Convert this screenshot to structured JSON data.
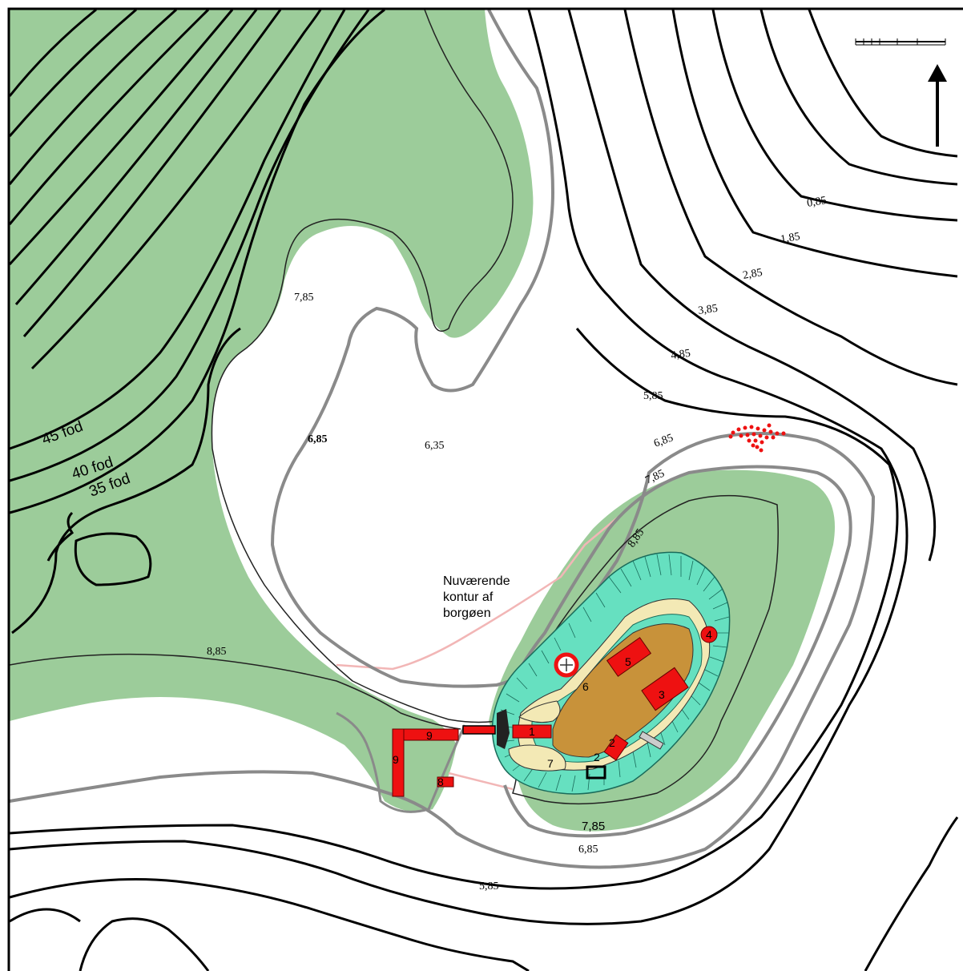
{
  "colors": {
    "land": "#9ccc9a",
    "water": "#ffffff",
    "contour": "#000000",
    "contour_grey": "#8a8a8a",
    "rampart": "#66e0c0",
    "courtyard": "#c8923a",
    "moat_sand": "#f3e9b5",
    "building": "#ee1111",
    "old_outline": "#f2b6b6"
  },
  "elevation_labels": {
    "fod45": "45 fod",
    "fod40": "40 fod",
    "fod35": "35 fod",
    "c0_85": "0,85",
    "c1_85": "1,85",
    "c2_85": "2,85",
    "c3_85": "3,85",
    "c4_85": "4,85",
    "c5_85_east": "5,85",
    "c6_85_east": "6,85",
    "c7_85_east": "7,85",
    "c8_85_island": "8,85",
    "c7_85_north": "7,85",
    "c6_85_lake": "6,85",
    "c6_35": "6,35",
    "c8_85_west": "8,85",
    "c7_85_south": "7,85",
    "c6_85_south": "6,85",
    "c5_85_south": "5,85"
  },
  "annotation": {
    "line1": "Nuværende",
    "line2": "kontur af",
    "line3": "borgøen"
  },
  "buildings": {
    "b1": "1",
    "b2a": "2",
    "b2b": "2",
    "b3": "3",
    "b4": "4",
    "b5": "5",
    "b6": "6",
    "b7": "7",
    "b8": "8",
    "b9a": "9",
    "b9b": "9"
  },
  "north_arrow_icon": "north-arrow-icon",
  "scale_bar_icon": "scale-bar-icon"
}
